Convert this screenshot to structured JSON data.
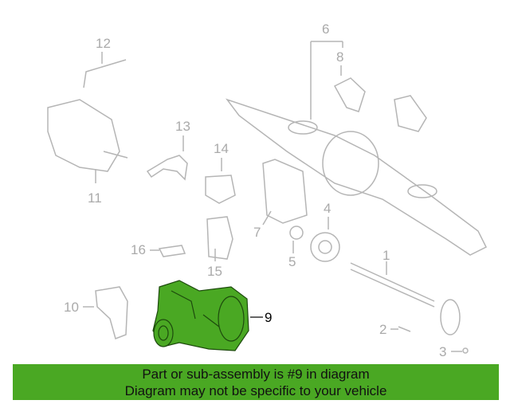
{
  "callouts": [
    "12",
    "6",
    "8",
    "13",
    "14",
    "11",
    "7",
    "4",
    "5",
    "16",
    "15",
    "1",
    "10",
    "9",
    "2",
    "3"
  ],
  "highlighted_part": "9",
  "banner": {
    "line1": "Part or sub-assembly is #9 in diagram",
    "line2": "Diagram may not be specific to your vehicle"
  },
  "colors": {
    "highlight": "#4aa823",
    "part_line": "#b0b0b0"
  }
}
